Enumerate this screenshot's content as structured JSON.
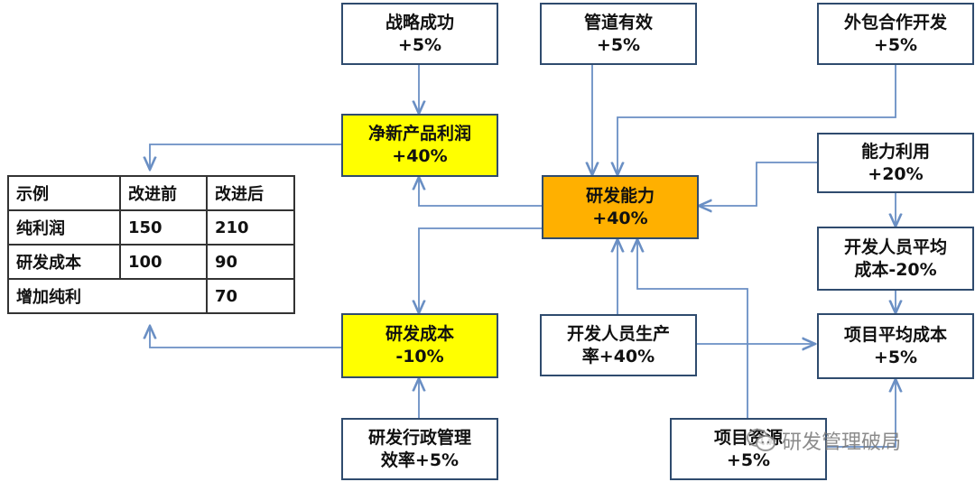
{
  "nodes": {
    "strategy": [
      "战略成功",
      "+5%"
    ],
    "pipeline": [
      "管道有效",
      "+5%"
    ],
    "outsourcing": [
      "外包合作开发",
      "+5%"
    ],
    "net_profit": [
      "净新产品利润",
      "+40%"
    ],
    "rd_capability": [
      "研发能力",
      "+40%"
    ],
    "utilization": [
      "能力利用",
      "+20%"
    ],
    "avg_dev_cost": [
      "开发人员平均",
      "成本-20%"
    ],
    "rd_cost": [
      "研发成本",
      "-10%"
    ],
    "dev_productivity": [
      "开发人员生产",
      "率+40%"
    ],
    "project_avg_cost": [
      "项目平均成本",
      "+5%"
    ],
    "admin_efficiency": [
      "研发行政管理",
      "效率+5%"
    ],
    "project_resource": [
      "项目资源",
      "+5%"
    ]
  },
  "example_table": {
    "headers": [
      "示例",
      "改进前",
      "改进后"
    ],
    "rows": [
      [
        "纯利润",
        "150",
        "210"
      ],
      [
        "研发成本",
        "100",
        "90"
      ],
      [
        "增加纯利",
        "",
        "70"
      ]
    ]
  },
  "watermark": "研发管理破局",
  "colors": {
    "border": "#2f4b6e",
    "arrow": "#6a8fc4",
    "highlight_yellow": "#ffff00",
    "highlight_orange": "#ffb000"
  }
}
